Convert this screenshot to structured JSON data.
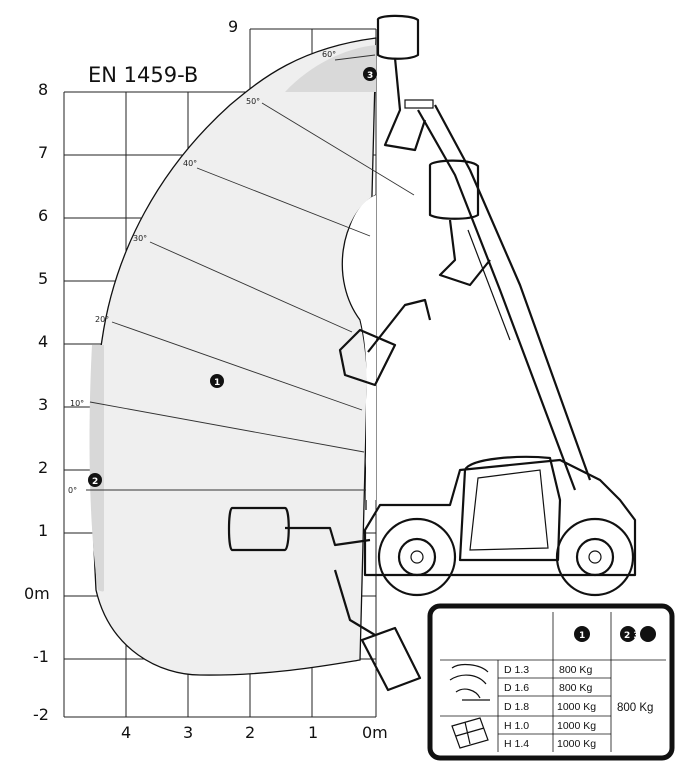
{
  "title": "EN 1459-B",
  "y_ticks": [
    "9",
    "8",
    "7",
    "6",
    "5",
    "4",
    "3",
    "2",
    "1",
    "0m",
    "-1",
    "-2"
  ],
  "x_ticks": [
    "4",
    "3",
    "2",
    "1",
    "0m"
  ],
  "angle_labels": [
    "60°",
    "50°",
    "40°",
    "30°",
    "20°",
    "10°",
    "0°"
  ],
  "zone_markers": [
    "1",
    "2",
    "3"
  ],
  "load_table": {
    "headers": [
      "1",
      "2 3"
    ],
    "rows": [
      {
        "code": "D 1.3",
        "load_1": "800 Kg"
      },
      {
        "code": "D 1.6",
        "load_1": "800 Kg"
      },
      {
        "code": "D 1.8",
        "load_1": "1000 Kg"
      },
      {
        "code": "H 1.0",
        "load_1": "1000 Kg"
      },
      {
        "code": "H 1.4",
        "load_1": "1000 Kg"
      }
    ],
    "load_23": "800 Kg",
    "icons": [
      "clamp-attachment-icon",
      "reel-attachment-icon"
    ]
  },
  "colors": {
    "zone_fill": "#eeeeee",
    "zone_dark": "#d8d8d8",
    "line": "#111111"
  }
}
